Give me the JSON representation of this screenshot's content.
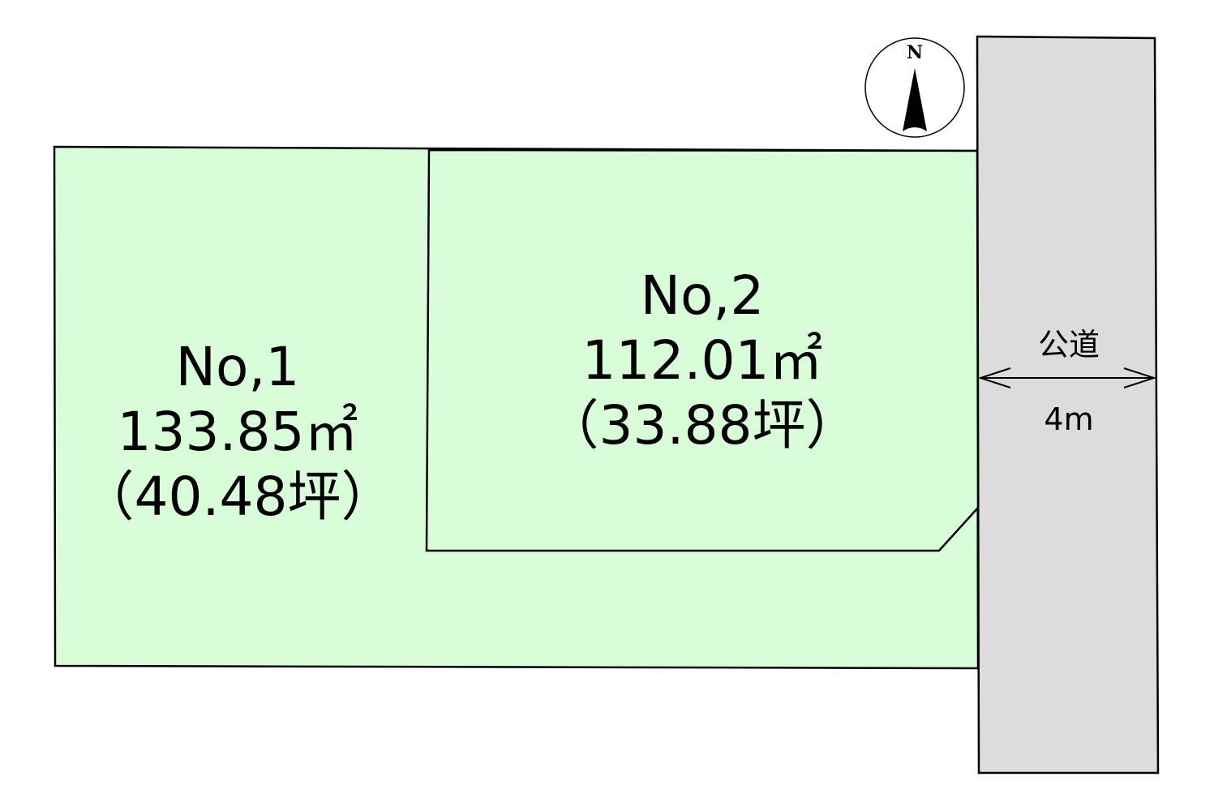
{
  "colors": {
    "lot_fill": "#d9fdd9",
    "road_fill": "#dcdcdc",
    "line": "#000000"
  },
  "compass": {
    "label": "N"
  },
  "lots": [
    {
      "name": "No,1",
      "area_sqm": "133.85㎡",
      "area_tsubo": "（40.48坪）"
    },
    {
      "name": "No,2",
      "area_sqm": "112.01㎡",
      "area_tsubo": "（33.88坪）"
    }
  ],
  "road": {
    "label": "公道",
    "width": "4m"
  }
}
